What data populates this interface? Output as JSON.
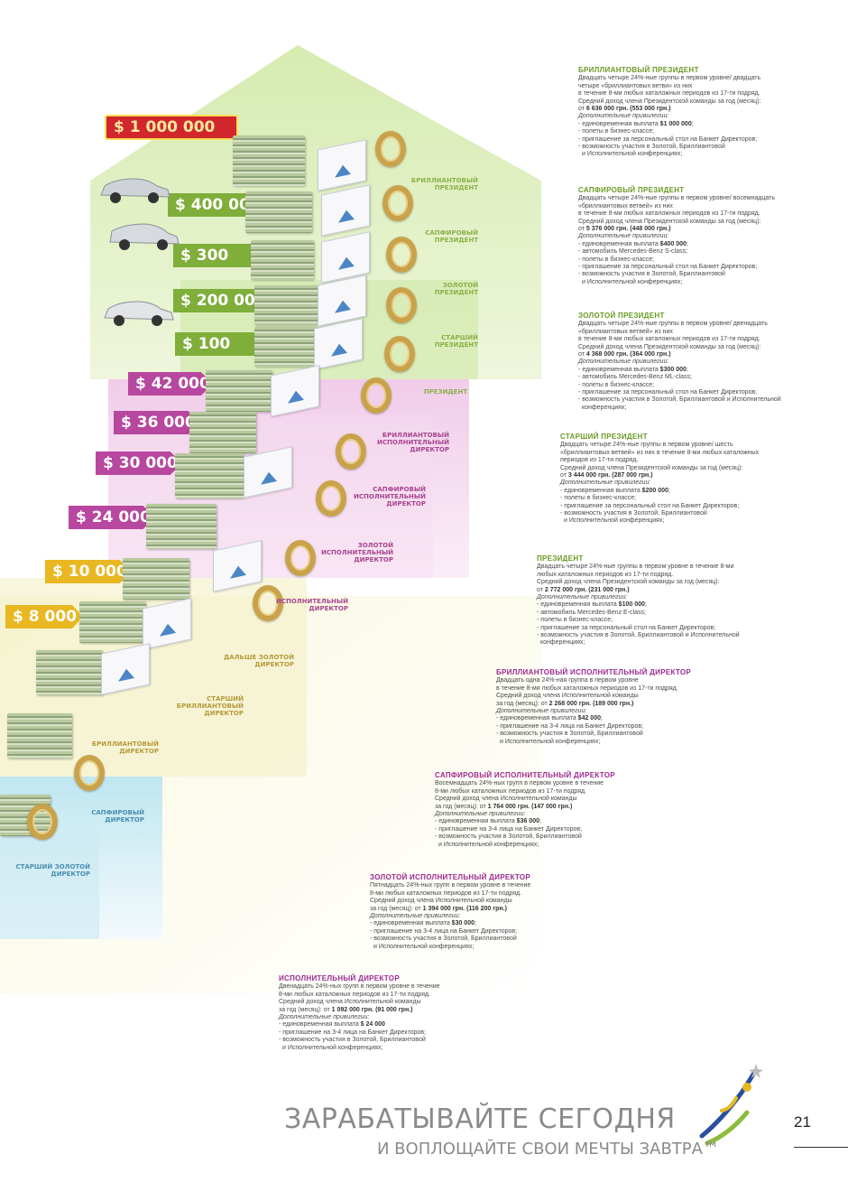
{
  "levels": [
    {
      "title": "БРИЛЛИАНТОВЫЙ ПРЕЗИДЕНТ",
      "lines": [
        "Двадцать четыре 24%-ные группы в первом уровне/ двадцать",
        "четыре «бриллиантовых ветви» из них",
        "в течение 8-ми любых каталожных периодов из 17-ти подряд.",
        "Средний доход члена Президентской команды за год (месяц):"
      ],
      "income_label": "от ",
      "income": "6 636 000 грн. (553 000 грн.)",
      "perks_label": "Дополнительные привилегии:",
      "bonus_label": "- единовременная выплата ",
      "bonus": "$1 000 000",
      "perks": [
        "- полеты в бизнес-классе;",
        "- приглашение за персональный стол на Банкет Директоров;",
        "- возможность участия в Золотой, Бриллиантовой",
        "  и Исполнительной конференциях;"
      ]
    },
    {
      "title": "САПФИРОВЫЙ ПРЕЗИДЕНТ",
      "lines": [
        "Двадцать четыре 24%-ные группы в первом уровне/ восемнадцать",
        "«бриллиантовых ветвей» из них",
        "в течение 8-ми любых каталожных периодов из 17-ти подряд.",
        "Средний доход члена Президентской команды за год (месяц):"
      ],
      "income_label": "от ",
      "income": "5 376 000 грн. (448 000 грн.)",
      "perks_label": "Дополнительные привилегии:",
      "bonus_label": "- единовременная выплата ",
      "bonus": "$400 000",
      "perks": [
        "- автомобиль Mercedes-Benz S-class;",
        "- полеты в бизнес-классе;",
        "- приглашение за персональный стол на Банкет Директоров;",
        "- возможность участия в Золотой, Бриллиантовой",
        "  и Исполнительной конференциях;"
      ]
    },
    {
      "title": "ЗОЛОТОЙ ПРЕЗИДЕНТ",
      "lines": [
        "Двадцать четыре 24%-ные группы в первом уровне/ двенадцать",
        "«бриллиантовых ветвей» из них",
        "в течение 8-ми любых каталожных периодов из 17-ти подряд.",
        "Средний доход члена Президентской команды за год (месяц):"
      ],
      "income_label": "от ",
      "income": "4 368 000 грн. (364 000 грн.)",
      "perks_label": "Дополнительные привилегии:",
      "bonus_label": "- единовременная выплата ",
      "bonus": "$300 000",
      "perks": [
        "- автомобиль Mercedes-Benz ML-class;",
        "- полеты в бизнес-классе;",
        "- приглашение за персональный стол на Банкет Директоров;",
        "- возможность участия в Золотой, Бриллиантовой и Исполнительной",
        "  конференциях;"
      ]
    },
    {
      "title": "СТАРШИЙ ПРЕЗИДЕНТ",
      "lines": [
        "Двадцать четыре 24%-ные группы в первом уровне/ шесть",
        "«бриллиантовых ветвей» из них в течение 8-ми любых каталожных",
        "периодов из 17-ти подряд.",
        "Средний доход члена Президентской команды за год (месяц):"
      ],
      "income_label": "от ",
      "income": "3 444 000 грн. (287 000 грн.)",
      "perks_label": "Дополнительные привилегии:",
      "bonus_label": "- единовременная выплата ",
      "bonus": "$200 000",
      "perks": [
        "- полеты в бизнес-классе;",
        "- приглашение за персональный стол на Банкет Директоров;",
        "- возможность участия в Золотой, Бриллиантовой",
        "  и Исполнительной конференциях;"
      ]
    },
    {
      "title": "ПРЕЗИДЕНТ",
      "lines": [
        "Двадцать четыре 24%-ные группы в первом уровне в течение 8-ми",
        "любых каталожных периодов из 17-ти подряд.",
        "Средний доход члена Президентской команды за год (месяц):"
      ],
      "income_label": "от ",
      "income": "2 772 000 грн. (231 000 грн.)",
      "perks_label": "Дополнительные привилегии:",
      "bonus_label": "- единовременная выплата ",
      "bonus": "$100 000",
      "perks": [
        "- автомобиль Mercedes-Benz E-class;",
        "- полеты в бизнес-классе;",
        "- приглашение за персональный стол на Банкет Директоров;",
        "- возможность участия в Золотой, Бриллиантовой и Исполнительной",
        "  конференциях;"
      ]
    },
    {
      "title": "БРИЛЛИАНТОВЫЙ ИСПОЛНИТЕЛЬНЫЙ ДИРЕКТОР",
      "lines": [
        "Двадцать одна 24%-ная группа в первом уровне",
        "в течение 8-ми любых каталожных периодов из 17-ти подряд.",
        "Средний доход члена Исполнительной команды"
      ],
      "income_label": "за год (месяц): от ",
      "income": "2 268 000 грн. (189 000 грн.)",
      "perks_label": "Дополнительные привилегии:",
      "bonus_label": "- единовременная выплата ",
      "bonus": "$42 000",
      "perks": [
        "- приглашение на 3-4 лица на Банкет Директоров;",
        "- возможность участия в Золотой, Бриллиантовой",
        "  и Исполнительной конференциях;"
      ]
    },
    {
      "title": "САПФИРОВЫЙ ИСПОЛНИТЕЛЬНЫЙ ДИРЕКТОР",
      "lines": [
        "Восемнадцать 24%-ных групп в первом уровне в течение",
        "8-ми любых каталожных периодов из 17-ти подряд.",
        "Средний доход члена Исполнительной команды"
      ],
      "income_label": "за год (месяц): от ",
      "income": "1 764 000 грн. (147 000 грн.)",
      "perks_label": "Дополнительные привилегии:",
      "bonus_label": "- единовременная выплата ",
      "bonus": "$36 000",
      "perks": [
        "- приглашение на 3-4 лица на Банкет Директоров;",
        "- возможность участия в Золотой, Бриллиантовой",
        "  и Исполнительной конференциях;"
      ]
    },
    {
      "title": "ЗОЛОТОЙ ИСПОЛНИТЕЛЬНЫЙ ДИРЕКТОР",
      "lines": [
        "Пятнадцать 24%-ных групп в первом уровне в течение",
        "8-ми любых каталожных периодов из 17-ти подряд.",
        "Средний доход члена Исполнительной команды"
      ],
      "income_label": "за год (месяц): от ",
      "income": "1 394 000 грн. (116 200 грн.)",
      "perks_label": "Дополнительные привилегии:",
      "bonus_label": "- единовременная выплата ",
      "bonus": "$30 000",
      "perks": [
        "- приглашение на 3-4 лица на Банкет Директоров;",
        "- возможность участия в Золотой, Бриллиантовой",
        "  и Исполнительной конференциях;"
      ]
    },
    {
      "title": "ИСПОЛНИТЕЛЬНЫЙ ДИРЕКТОР",
      "lines": [
        "Двенадцать 24%-ных групп в первом уровне в течение",
        "8-ми любых каталожных периодов из 17-ти подряд.",
        "Средний доход члена Исполнительной команды"
      ],
      "income_label": "за год (месяц): от ",
      "income": "1 092 000 грн. (91 000 грн.)",
      "perks_label": "Дополнительные привилегии:",
      "bonus_label": "- единовременная выплата ",
      "bonus": "$ 24 000",
      "perks": [
        "- приглашение на 3-4 лица на Банкет Директоров;",
        "- возможность участия в Золотой, Бриллиантовой",
        "  и Исполнительной конференциях;"
      ]
    }
  ],
  "amounts": [
    "$ 1 000 000",
    "$ 400 000",
    "$ 300 000",
    "$ 200 000",
    "$ 100 000",
    "$ 42 000",
    "$ 36 000",
    "$ 30 000",
    "$ 24 000",
    "$ 10 000",
    "$ 8 000"
  ],
  "stair_labels": [
    "БРИЛЛИАНТОВЫЙ\nПРЕЗИДЕНТ",
    "САПФИРОВЫЙ\nПРЕЗИДЕНТ",
    "ЗОЛОТОЙ\nПРЕЗИДЕНТ",
    "СТАРШИЙ\nПРЕЗИДЕНТ",
    "ПРЕЗИДЕНТ",
    "БРИЛЛИАНТОВЫЙ\nИСПОЛНИТЕЛЬНЫЙ\nДИРЕКТОР",
    "САПФИРОВЫЙ\nИСПОЛНИТЕЛЬНЫЙ\nДИРЕКТОР",
    "ЗОЛОТОЙ\nИСПОЛНИТЕЛЬНЫЙ\nДИРЕКТОР",
    "ИСПОЛНИТЕЛЬНЫЙ\nДИРЕКТОР",
    "ДАЛЬШЕ ЗОЛОТОЙ\nДИРЕКТОР",
    "СТАРШИЙ БРИЛЛИАНТОВЫЙ\nДИРЕКТОР",
    "БРИЛЛИАНТОВЫЙ\nДИРЕКТОР",
    "САПФИРОВЫЙ\nДИРЕКТОР",
    "СТАРШИЙ ЗОЛОТОЙ\nДИРЕКТОР"
  ],
  "slogan": {
    "line1": "ЗАРАБАТЫВАЙТЕ СЕГОДНЯ",
    "line2": "И ВОПЛОЩАЙТЕ СВОИ МЕЧТЫ ЗАВТРА™"
  },
  "page_number": "21",
  "colors": {
    "green": "#8cbc3c",
    "purple": "#b8479f",
    "gold": "#c9a24a",
    "blue": "#4b86c6"
  }
}
